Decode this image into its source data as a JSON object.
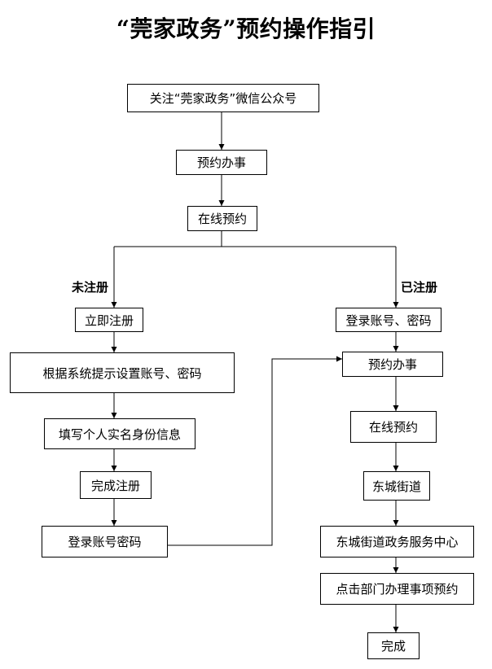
{
  "title": "“莞家政务”预约操作指引",
  "steps": {
    "follow": "关注“莞家政务”微信公众号",
    "appointment": "预约办事",
    "online": "在线预约"
  },
  "branches": {
    "unregistered": "未注册",
    "registered": "已注册"
  },
  "left_steps": {
    "register_now": "立即注册",
    "set_account": "根据系统提示设置账号、密码",
    "fill_identity": "填写个人实名身份信息",
    "finish_register": "完成注册",
    "login": "登录账号密码"
  },
  "right_steps": {
    "login": "登录账号、密码",
    "appointment": "预约办事",
    "online": "在线预约",
    "street": "东城街道",
    "service_center": "东城街道政务服务中心",
    "department": "点击部门办理事项预约",
    "done": "完成"
  }
}
